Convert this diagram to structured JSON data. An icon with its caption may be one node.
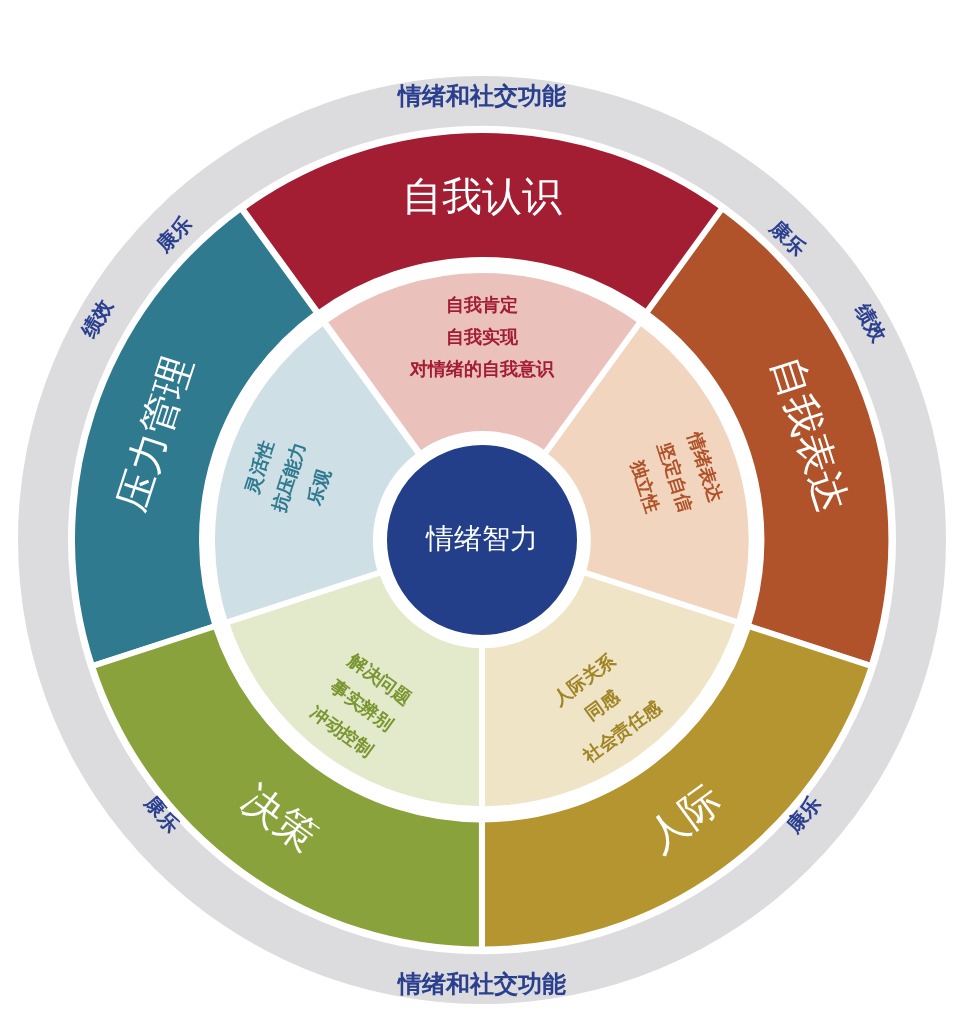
{
  "diagram": {
    "nodes": [
      {
        "text": [
          "情绪和社交功能",
          "康乐",
          "康乐",
          "绩效",
          "绩效",
          "康乐",
          "康乐",
          "情绪和社交功能"
        ]
      },
      {
        "text": [
          "自我认识"
        ],
        "in": 0
      },
      {
        "text": [
          "自我肯定",
          "自我实现",
          "对情绪的自我意识"
        ],
        "in": 0
      },
      {
        "text": [
          "压力管理"
        ],
        "in": 0
      },
      {
        "text": [
          "灵活性",
          "抗压能力",
          "乐观"
        ],
        "in": 0
      },
      {
        "text": [
          "自我表达"
        ],
        "in": 0
      },
      {
        "text": [
          "情绪表达",
          "坚定自信",
          "独立性"
        ],
        "in": 0
      },
      {
        "text": [
          "情绪智力"
        ],
        "in": 0
      },
      {
        "text": [
          "决策"
        ],
        "in": 0
      },
      {
        "text": [
          "解决问题",
          "事实辨别",
          "冲动控制"
        ],
        "in": 0
      },
      {
        "text": [
          "人际"
        ],
        "in": 0
      },
      {
        "text": [
          "人际关系",
          "同感",
          "社会责任感"
        ],
        "in": 0
      }
    ],
    "edges": []
  }
}
